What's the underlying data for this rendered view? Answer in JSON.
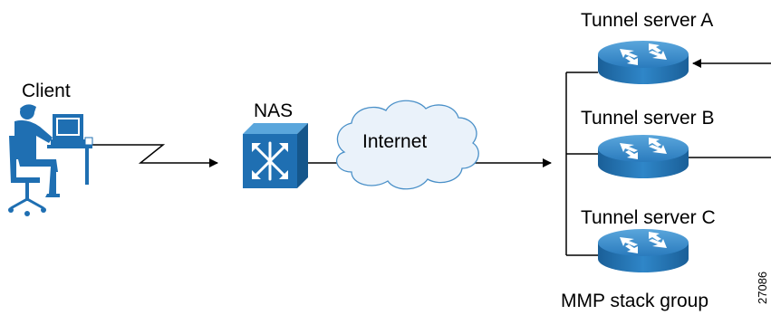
{
  "labels": {
    "client": "Client",
    "nas": "NAS",
    "internet": "Internet",
    "server_a": "Tunnel server A",
    "server_b": "Tunnel server B",
    "server_c": "Tunnel server C",
    "stack_group": "MMP stack group",
    "figure_id": "27086"
  },
  "colors": {
    "device_blue": "#1f6fb2",
    "device_dark": "#0f4f86",
    "device_light": "#4a9ad6",
    "client_blue": "#1f6fb2",
    "cloud_fill": "#e8f1fa",
    "cloud_stroke": "#4a90c8",
    "line": "#000000"
  },
  "icons": {
    "client": "user-at-workstation-icon",
    "nas": "network-access-server-icon",
    "internet": "cloud-icon",
    "tunnel_server": "router-icon"
  }
}
